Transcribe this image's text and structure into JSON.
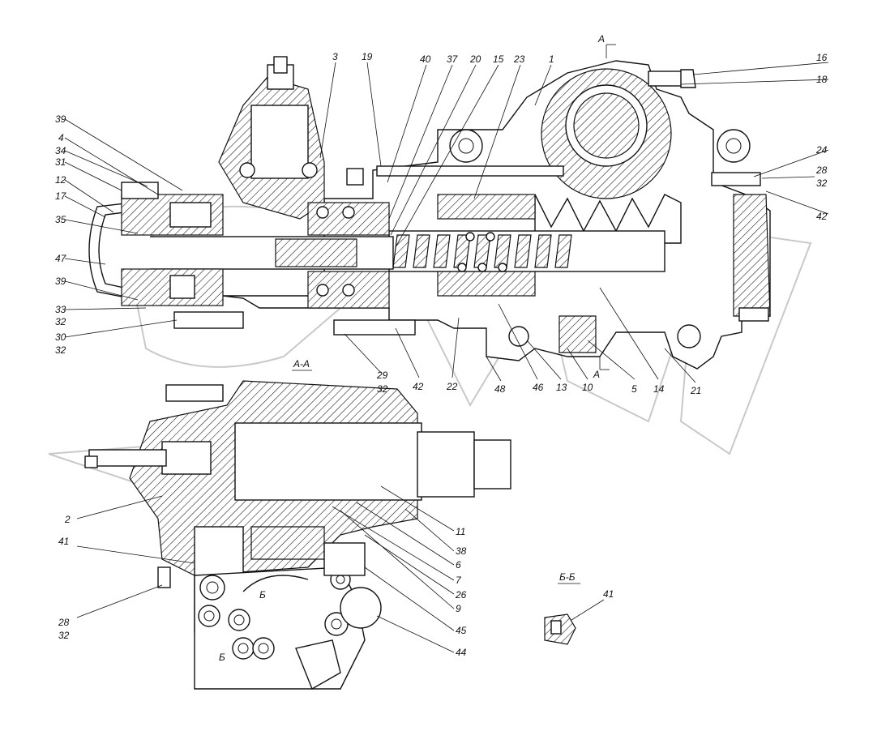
{
  "labels": {
    "top": [
      "3",
      "19",
      "40",
      "37",
      "20",
      "15",
      "23",
      "1",
      "16",
      "18"
    ],
    "left": [
      "39",
      "4",
      "34",
      "31",
      "12",
      "17",
      "35",
      "47",
      "39",
      "33",
      "32",
      "30",
      "32"
    ],
    "right": [
      "24",
      "28",
      "32",
      "42"
    ],
    "bottom_row": [
      "29",
      "32",
      "42",
      "22",
      "48",
      "46",
      "13",
      "10",
      "5",
      "14",
      "21"
    ],
    "lower": [
      "2",
      "41",
      "28",
      "32",
      "11",
      "38",
      "6",
      "7",
      "26",
      "9",
      "45",
      "44",
      "41"
    ]
  },
  "sections": {
    "aa_title": "А-А",
    "bb_title": "Б-Б",
    "a_mark_top": "А",
    "a_mark_bottom": "А",
    "b_mark_1": "Б",
    "b_mark_2": "Б"
  }
}
